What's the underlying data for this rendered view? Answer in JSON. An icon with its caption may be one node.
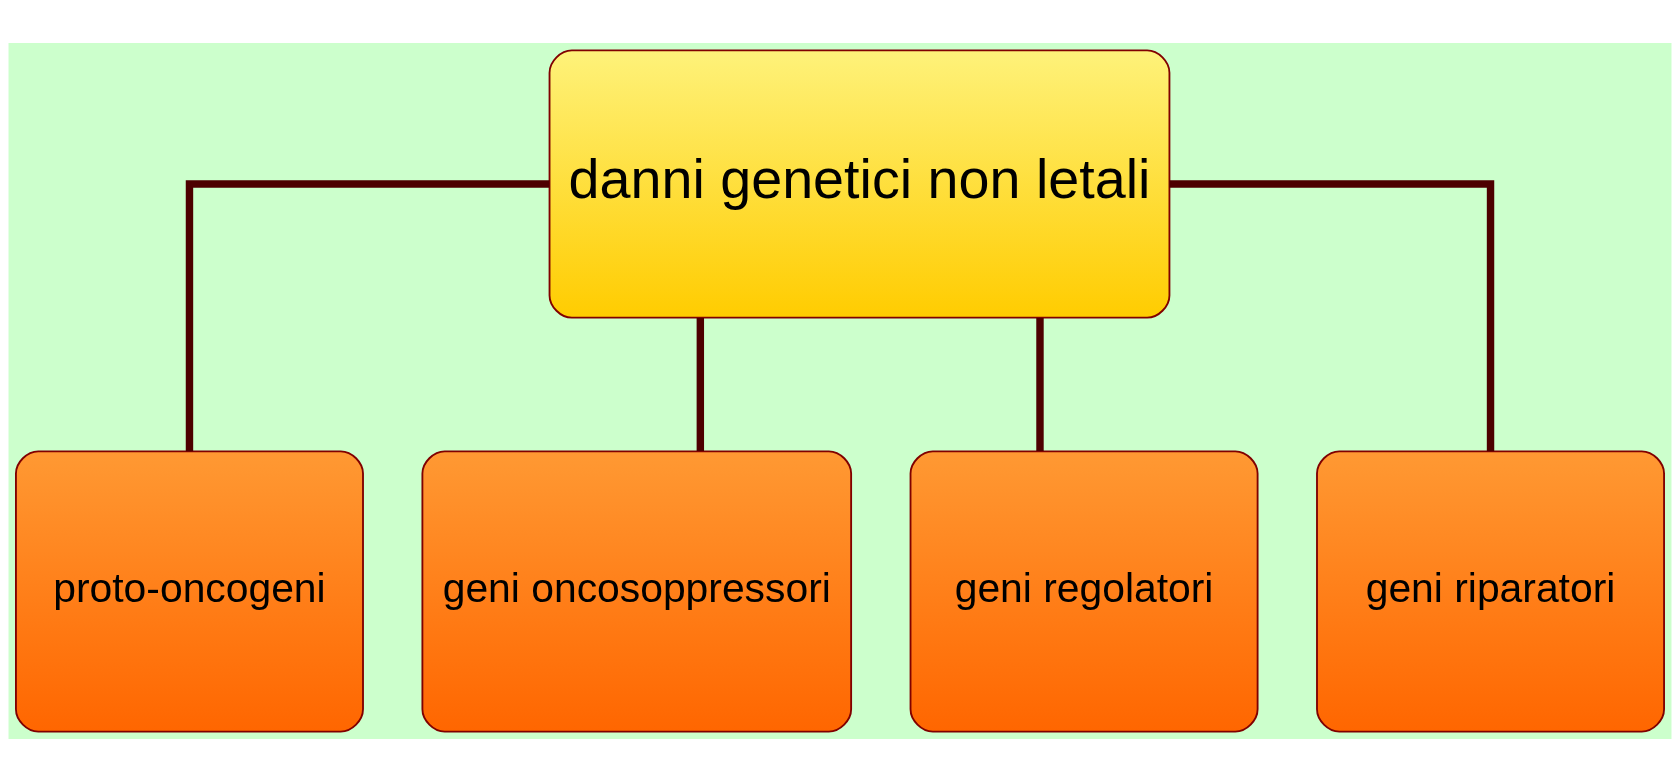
{
  "diagram": {
    "nodes": [
      {
        "text": [
          "danni genetici non letali"
        ]
      },
      {
        "text": [
          "proto-oncogeni"
        ]
      },
      {
        "text": [
          "geni oncosoppressori"
        ]
      },
      {
        "text": [
          "geni regolatori"
        ]
      },
      {
        "text": [
          "geni riparatori"
        ]
      }
    ],
    "edges": [
      {
        "from": 0,
        "to": 1,
        "arrow": "none"
      },
      {
        "from": 0,
        "to": 2,
        "arrow": "none"
      },
      {
        "from": 0,
        "to": 3,
        "arrow": "none"
      },
      {
        "from": 0,
        "to": 4,
        "arrow": "none"
      }
    ]
  }
}
